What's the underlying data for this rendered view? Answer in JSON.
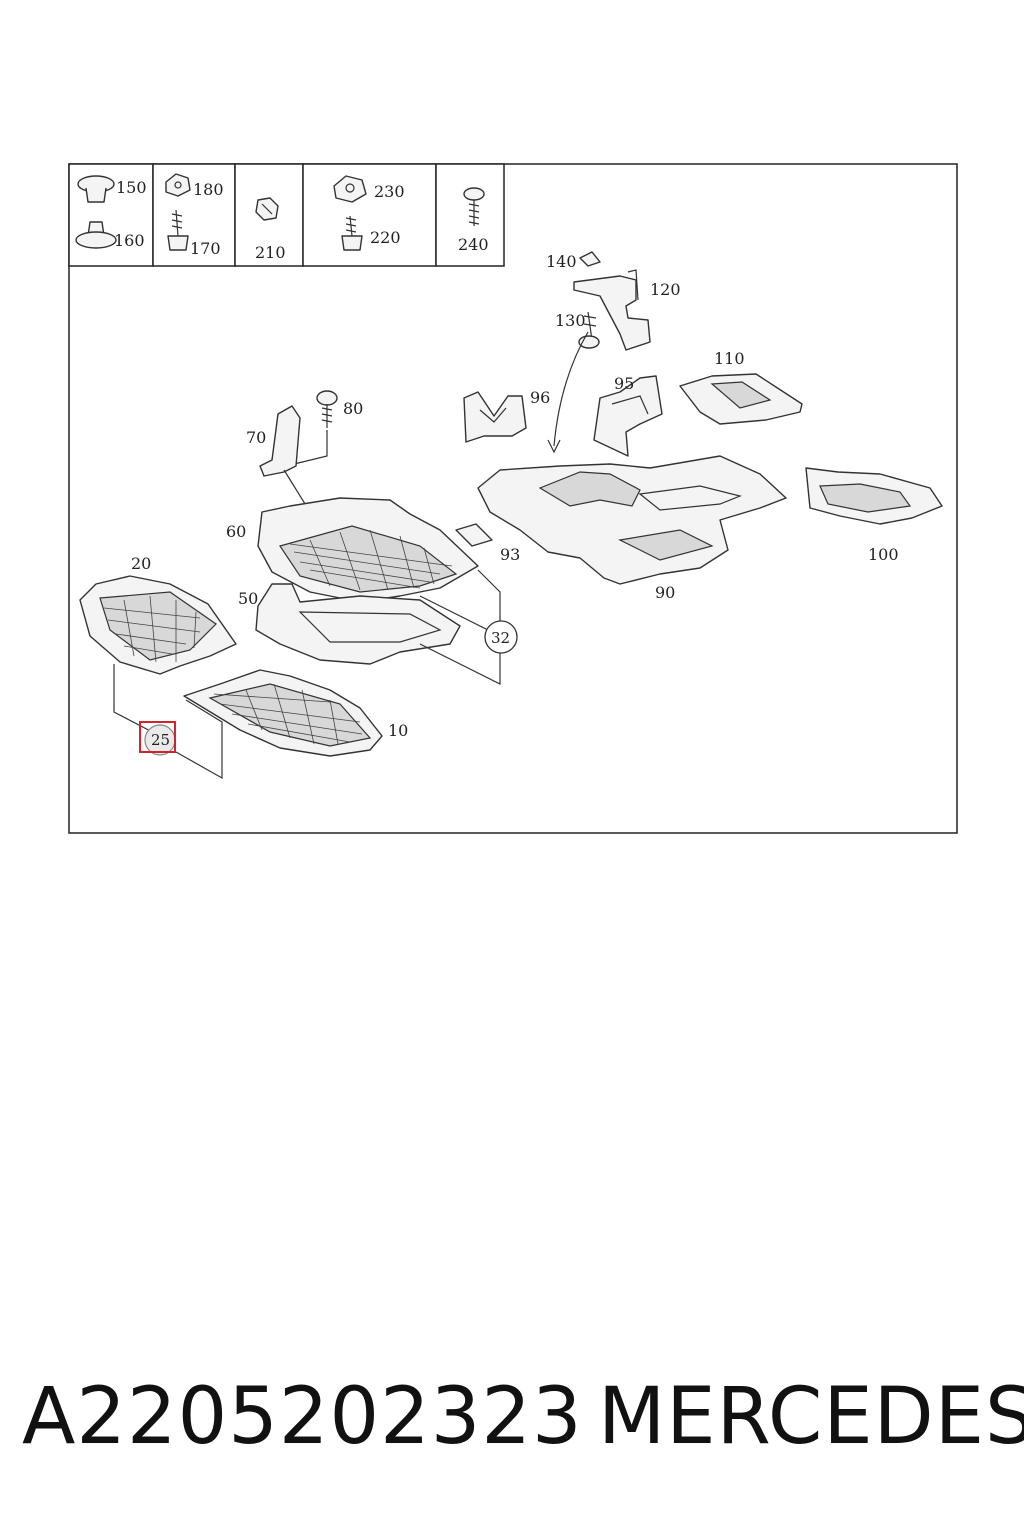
{
  "fastener_labels": {
    "c150": "150",
    "c160": "160",
    "c180": "180",
    "c170": "170",
    "c210": "210",
    "c230": "230",
    "c220": "220",
    "c240": "240"
  },
  "part_labels": {
    "p140": "140",
    "p120": "120",
    "p130": "130",
    "p110": "110",
    "p95": "95",
    "p96": "96",
    "p80": "80",
    "p70": "70",
    "p60": "60",
    "p93": "93",
    "p90": "90",
    "p100": "100",
    "p20": "20",
    "p50": "50",
    "p10": "10"
  },
  "callouts": {
    "c32": "32",
    "c25": "25"
  },
  "highlight_color": "#d2242b",
  "footer": {
    "part_number": "A2205202323",
    "brand": "MERCEDES"
  }
}
